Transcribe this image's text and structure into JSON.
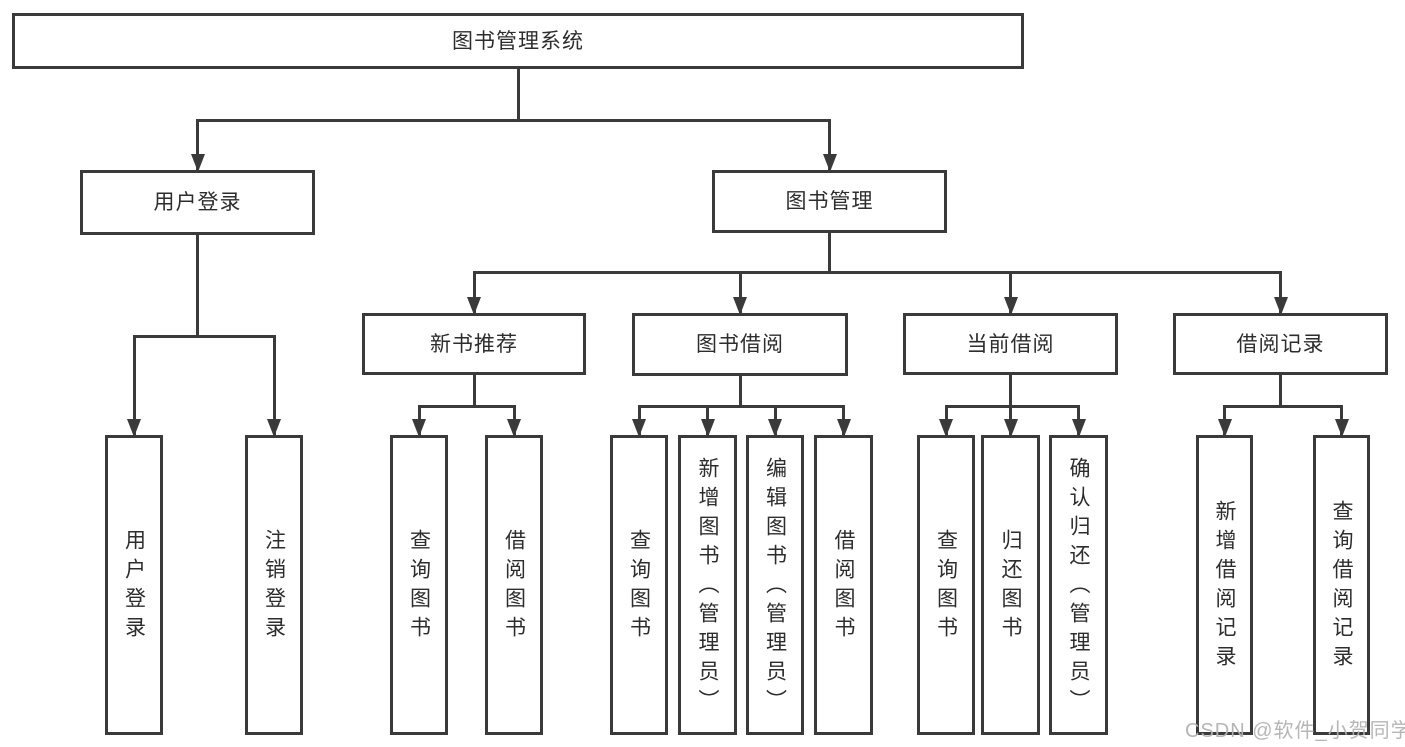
{
  "diagram": {
    "title": "图书管理系统",
    "nodes": [
      {
        "id": "system",
        "label": "图书管理系统",
        "orientation": "horizontal"
      },
      {
        "id": "user-login",
        "label": "用户登录",
        "orientation": "horizontal"
      },
      {
        "id": "book-mgmt",
        "label": "图书管理",
        "orientation": "horizontal"
      },
      {
        "id": "new-book-rec",
        "label": "新书推荐",
        "orientation": "horizontal"
      },
      {
        "id": "book-borrow",
        "label": "图书借阅",
        "orientation": "horizontal"
      },
      {
        "id": "current-borrow",
        "label": "当前借阅",
        "orientation": "horizontal"
      },
      {
        "id": "borrow-records",
        "label": "借阅记录",
        "orientation": "horizontal"
      },
      {
        "id": "user-login-op",
        "label": "用户登录",
        "orientation": "vertical"
      },
      {
        "id": "logout-op",
        "label": "注销登录",
        "orientation": "vertical"
      },
      {
        "id": "rec-query-books",
        "label": "查询图书",
        "orientation": "vertical"
      },
      {
        "id": "rec-borrow-books",
        "label": "借阅图书",
        "orientation": "vertical"
      },
      {
        "id": "bb-query-books",
        "label": "查询图书",
        "orientation": "vertical"
      },
      {
        "id": "bb-add-books",
        "label": "新增图书（管理员）",
        "orientation": "vertical"
      },
      {
        "id": "bb-edit-books",
        "label": "编辑图书（管理员）",
        "orientation": "vertical"
      },
      {
        "id": "bb-borrow-books",
        "label": "借阅图书",
        "orientation": "vertical"
      },
      {
        "id": "cb-query-books",
        "label": "查询图书",
        "orientation": "vertical"
      },
      {
        "id": "cb-return-books",
        "label": "归还图书",
        "orientation": "vertical"
      },
      {
        "id": "cb-confirm-return",
        "label": "确认归还（管理员）",
        "orientation": "vertical"
      },
      {
        "id": "br-add-record",
        "label": "新增借阅记录",
        "orientation": "vertical"
      },
      {
        "id": "br-query-record",
        "label": "查询借阅记录",
        "orientation": "vertical"
      }
    ],
    "edges": [
      [
        "system",
        "user-login"
      ],
      [
        "system",
        "book-mgmt"
      ],
      [
        "user-login",
        "user-login-op"
      ],
      [
        "user-login",
        "logout-op"
      ],
      [
        "book-mgmt",
        "new-book-rec"
      ],
      [
        "book-mgmt",
        "book-borrow"
      ],
      [
        "book-mgmt",
        "current-borrow"
      ],
      [
        "book-mgmt",
        "borrow-records"
      ],
      [
        "new-book-rec",
        "rec-query-books"
      ],
      [
        "new-book-rec",
        "rec-borrow-books"
      ],
      [
        "book-borrow",
        "bb-query-books"
      ],
      [
        "book-borrow",
        "bb-add-books"
      ],
      [
        "book-borrow",
        "bb-edit-books"
      ],
      [
        "book-borrow",
        "bb-borrow-books"
      ],
      [
        "current-borrow",
        "cb-query-books"
      ],
      [
        "current-borrow",
        "cb-return-books"
      ],
      [
        "current-borrow",
        "cb-confirm-return"
      ],
      [
        "borrow-records",
        "br-add-record"
      ],
      [
        "borrow-records",
        "br-query-record"
      ]
    ]
  },
  "watermark": {
    "text": "CSDN @软件_小贺同学"
  },
  "colors": {
    "line": "#3a3a3a",
    "text": "#2d2d2d",
    "watermark": "#b2b2b2",
    "background": "#ffffff"
  }
}
